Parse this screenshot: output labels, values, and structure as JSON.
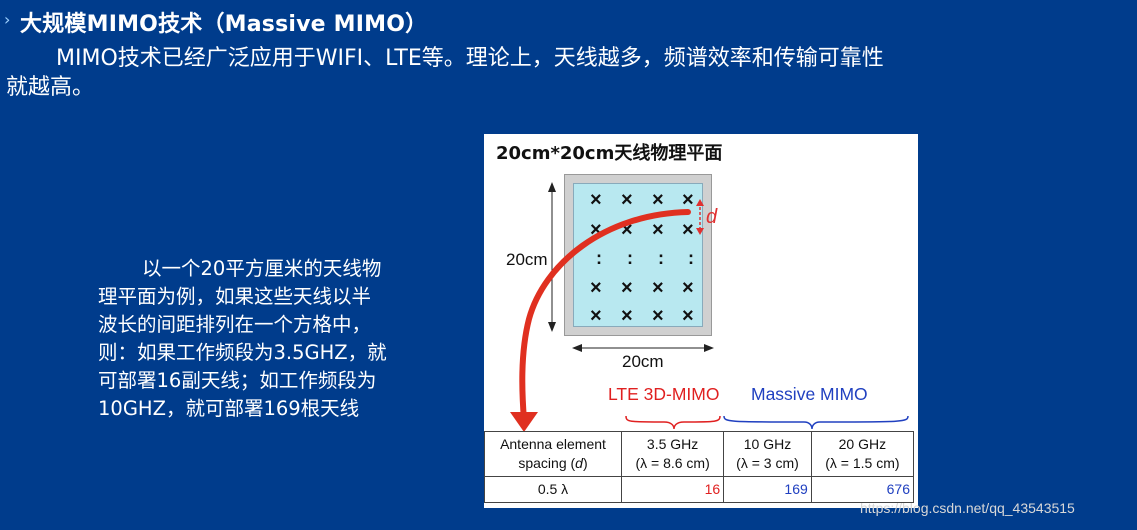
{
  "heading": {
    "title": "大规模MIMO技术（Massive MIMO）"
  },
  "intro": {
    "line1": "MIMO技术已经广泛应用于WIFI、LTE等。理论上，天线越多，频谱效率和传输可靠性",
    "line2": "就越高。"
  },
  "description": {
    "line1": "以一个20平方厘米的天线物",
    "line2": "理平面为例，如果这些天线以半",
    "line3": "波长的间距排列在一个方格中，",
    "line4": "则：如果工作频段为3.5GHZ，就",
    "line5": "可部署16副天线；如工作频段为",
    "line6": "10GHZ，就可部署169根天线"
  },
  "figure": {
    "title": "20cm*20cm天线物理平面",
    "side_label": "20cm",
    "bottom_label": "20cm",
    "spacing_symbol": "d",
    "antenna_symbol": "×",
    "rows_ellipsis": ":",
    "lte_label": "LTE 3D-MIMO",
    "massive_label": "Massive MIMO",
    "colors": {
      "lte": "#e02020",
      "massive": "#2040c0",
      "arrow": "#e03020"
    }
  },
  "table": {
    "header_col1_line1": "Antenna element",
    "header_col1_line2_prefix": "spacing (",
    "header_col1_line2_var": "d",
    "header_col1_line2_suffix": ")",
    "columns": [
      {
        "freq": "3.5 GHz",
        "lambda": "(λ = 8.6 cm)"
      },
      {
        "freq": "10 GHz",
        "lambda": "(λ = 3 cm)"
      },
      {
        "freq": "20 GHz",
        "lambda": "(λ = 1.5 cm)"
      }
    ],
    "row_label": "0.5 λ",
    "values": [
      "16",
      "169",
      "676"
    ]
  },
  "watermark": "https://blog.csdn.net/qq_43543515"
}
